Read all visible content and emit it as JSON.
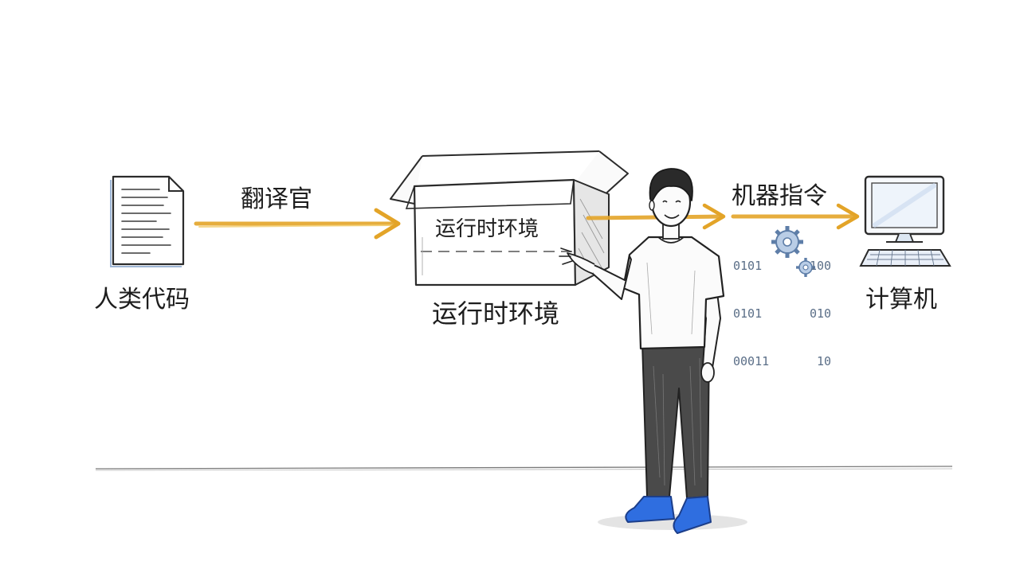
{
  "labels": {
    "human_code": "人类代码",
    "translator": "翻译官",
    "runtime_box_text": "运行时环境",
    "runtime_caption": "运行时环境",
    "machine_instructions": "机器指令",
    "computer": "计算机"
  },
  "binary": {
    "left_rows": [
      "0101",
      "0101",
      "00011"
    ],
    "right_rows": [
      "100",
      "010",
      "10"
    ]
  },
  "icons": {
    "document": "document-icon",
    "box": "open-box-icon",
    "person": "presenter-person",
    "gear": "gear-icon",
    "computer": "computer-monitor-icon"
  },
  "colors": {
    "arrow": "#e3a428",
    "ink": "#2b2b2b",
    "shoe": "#2f6ee0",
    "gear": "#6f94c4",
    "monitor_screen": "#eef4fb"
  }
}
